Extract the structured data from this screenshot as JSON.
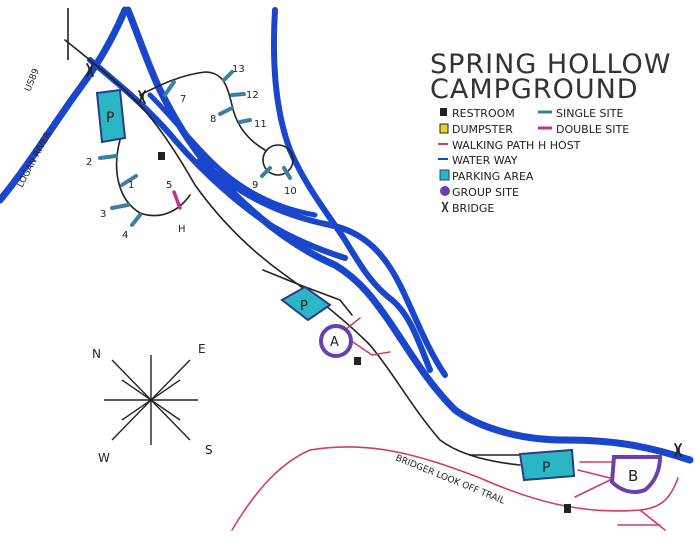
{
  "title": {
    "line1": "SPRING HOLLOW",
    "line2": "CAMPGROUND"
  },
  "colors": {
    "water": "#1a46cc",
    "path": "#222222",
    "walking_path": "#d23a6a",
    "single_site": "#3a7fa8",
    "double_site": "#c2338a",
    "parking_fill": "#2bb6c4",
    "group_fill": "#6a3fb0",
    "dumpster_fill": "#e8d12c"
  },
  "legend": [
    {
      "icon": "restroom-icon",
      "label": "RESTROOM"
    },
    {
      "icon": "single-site-icon",
      "label": "SINGLE SITE"
    },
    {
      "icon": "dumpster-icon",
      "label": "DUMPSTER"
    },
    {
      "icon": "double-site-icon",
      "label": "DOUBLE SITE"
    },
    {
      "icon": "walking-path-icon",
      "label": "WALKING PATH"
    },
    {
      "icon": "host-icon",
      "label": "H HOST"
    },
    {
      "icon": "waterway-icon",
      "label": "WATER WAY"
    },
    {
      "icon": "parking-icon",
      "label": "PARKING AREA"
    },
    {
      "icon": "group-site-icon",
      "label": "GROUP SITE"
    },
    {
      "icon": "bridge-icon",
      "label": "BRIDGE"
    }
  ],
  "roads": {
    "us89": "US89",
    "logan_river": "LOGAN RIVER",
    "trail": "BRIDGER LOOK OFF TRAIL"
  },
  "sites": [
    "1",
    "2",
    "3",
    "4",
    "5",
    "7",
    "8",
    "9",
    "10",
    "11",
    "12",
    "13"
  ],
  "host_label": "H",
  "parking_label": "P",
  "group_sites": [
    "A",
    "B"
  ],
  "compass": {
    "n": "N",
    "e": "E",
    "s": "S",
    "w": "W"
  }
}
